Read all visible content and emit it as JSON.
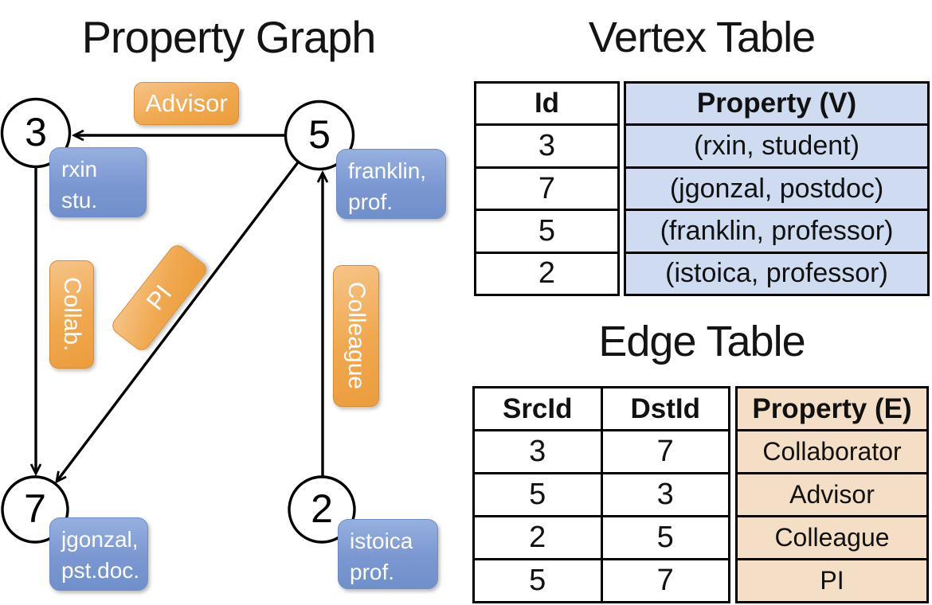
{
  "graph": {
    "title": "Property Graph",
    "nodes": [
      {
        "id": "3",
        "card_lines": [
          "rxin",
          "stu."
        ]
      },
      {
        "id": "5",
        "card_lines": [
          "franklin,",
          "prof."
        ]
      },
      {
        "id": "7",
        "card_lines": [
          "jgonzal,",
          "pst.doc."
        ]
      },
      {
        "id": "2",
        "card_lines": [
          "istoica",
          "prof."
        ]
      }
    ],
    "edge_labels": {
      "advisor": "Advisor",
      "collab": "Collab.",
      "colleague": "Colleague",
      "pi": "PI"
    }
  },
  "vertex_table": {
    "title": "Vertex Table",
    "headers": [
      "Id",
      "Property (V)"
    ],
    "rows": [
      {
        "id": "3",
        "property": "(rxin, student)"
      },
      {
        "id": "7",
        "property": "(jgonzal, postdoc)"
      },
      {
        "id": "5",
        "property": "(franklin, professor)"
      },
      {
        "id": "2",
        "property": "(istoica, professor)"
      }
    ]
  },
  "edge_table": {
    "title": "Edge Table",
    "headers": [
      "SrcId",
      "DstId",
      "Property (E)"
    ],
    "rows": [
      {
        "src": "3",
        "dst": "7",
        "property": "Collaborator"
      },
      {
        "src": "5",
        "dst": "3",
        "property": "Advisor"
      },
      {
        "src": "2",
        "dst": "5",
        "property": "Colleague"
      },
      {
        "src": "5",
        "dst": "7",
        "property": "PI"
      }
    ]
  },
  "colors": {
    "edge_label_orange": "#ee9f3e",
    "vertex_card_blue": "#7b97d1",
    "vertex_table_fill": "#cedbf0",
    "edge_table_fill": "#f4dfc6",
    "line_black": "#000000"
  }
}
